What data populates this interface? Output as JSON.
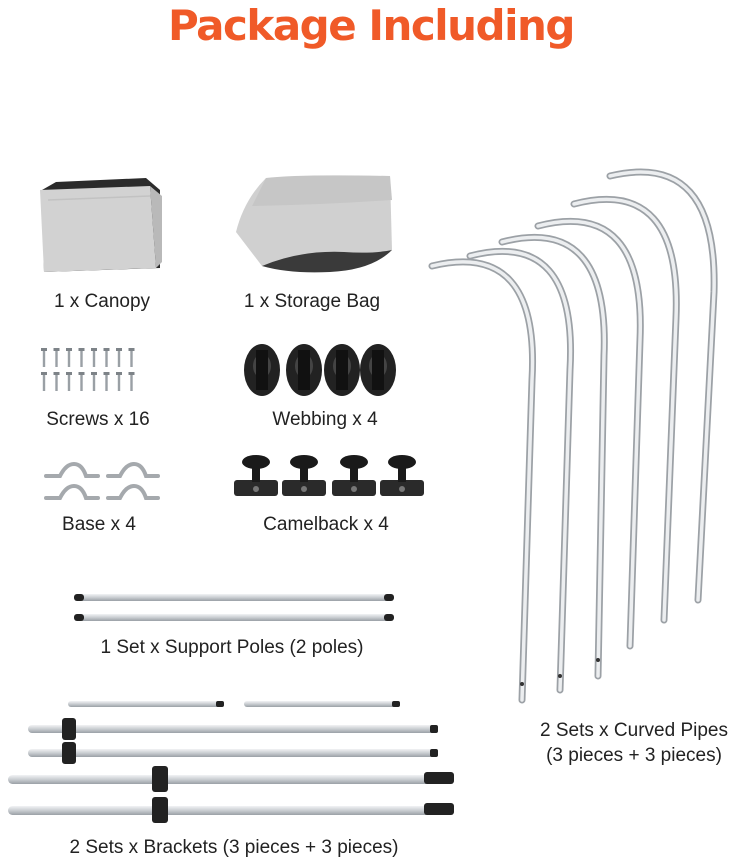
{
  "title": "Package Including",
  "items": [
    {
      "label": "1 x Canopy"
    },
    {
      "label": "1 x Storage Bag"
    },
    {
      "label": "Screws x 16"
    },
    {
      "label": "Webbing x 4"
    },
    {
      "label": "Base x 4"
    },
    {
      "label": "Camelback x 4"
    },
    {
      "label": "1 Set x Support Poles (2 poles)"
    },
    {
      "label": "2 Sets x Curved Pipes",
      "label2": "(3 pieces + 3 pieces)"
    },
    {
      "label": "2 Sets x Brackets (3 pieces + 3 pieces)"
    }
  ],
  "colors": {
    "accent": "#f05a28",
    "fabric": "#cfcfcf",
    "metal": "#d6d9dc",
    "dark": "#1e1e1e"
  }
}
